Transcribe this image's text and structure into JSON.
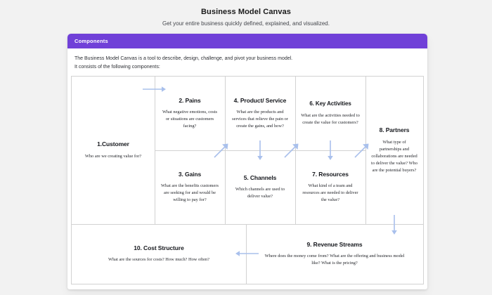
{
  "page": {
    "title": "Business Model Canvas",
    "subtitle": "Get your entire business quickly defined, explained, and visualized."
  },
  "card": {
    "header_label": "Components",
    "intro_line_1": "The Business Model Canvas is a tool to describe, design, challenge, and pivot your business model.",
    "intro_line_2": "It consists of the following components:"
  },
  "theme": {
    "accent_purple": "#7040d8",
    "arrow_blue": "#a9c0ec",
    "grid_line": "#d2d2d2",
    "page_background": "#f2f2f2",
    "card_background": "#ffffff"
  },
  "canvas": {
    "cells": [
      {
        "id": "customer",
        "number": "1.",
        "title": "1.Customer",
        "description": "Who are we creating value for?"
      },
      {
        "id": "pains",
        "number": "2.",
        "title": "2. Pains",
        "description": "What negative emotions, costs or situations are customers facing?"
      },
      {
        "id": "product-service",
        "number": "4.",
        "title": "4. Product/ Service",
        "description": "What are the products and services that relieve the pain or create the gains, and how?"
      },
      {
        "id": "key-activities",
        "number": "6.",
        "title": "6. Key Activities",
        "description": "What are the activities needed to create the value for customers?"
      },
      {
        "id": "partners",
        "number": "8.",
        "title": "8. Partners",
        "description": "What type of partnerships and collaborations are needed to deliver the value? Who are the potential buyers?"
      },
      {
        "id": "gains",
        "number": "3.",
        "title": "3. Gains",
        "description": "What are the benefits customers are seeking for and would be willing to pay for?"
      },
      {
        "id": "channels",
        "number": "5.",
        "title": "5. Channels",
        "description": "Which channels are used to deliver value?"
      },
      {
        "id": "resources",
        "number": "7.",
        "title": "7. Resources",
        "description": "What kind of a team and resources are needed to deliver the value?"
      },
      {
        "id": "cost-structure",
        "number": "10.",
        "title": "10. Cost Structure",
        "description": "What are the sources for costs? How much? How often?"
      },
      {
        "id": "revenue-streams",
        "number": "9.",
        "title": "9. Revenue Streams",
        "description": "Where does the money come from? What are the offering and business model like? What is the pricing?"
      }
    ],
    "arrows": [
      {
        "id": "customer-to-pains",
        "direction": "right"
      },
      {
        "id": "pains-to-product",
        "direction": "up-right"
      },
      {
        "id": "product-to-gains",
        "direction": "down"
      },
      {
        "id": "gains-to-product",
        "direction": "up-right"
      },
      {
        "id": "product-to-channels",
        "direction": "down"
      },
      {
        "id": "channels-to-activities",
        "direction": "up-right"
      },
      {
        "id": "activities-to-resources",
        "direction": "down"
      },
      {
        "id": "resources-to-partners",
        "direction": "up-right"
      },
      {
        "id": "partners-to-revenue",
        "direction": "down"
      },
      {
        "id": "revenue-to-cost",
        "direction": "left"
      }
    ]
  }
}
